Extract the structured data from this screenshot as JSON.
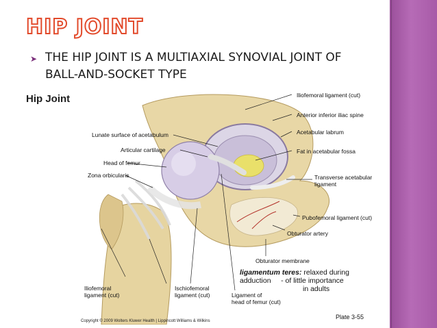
{
  "slide": {
    "title": "HIP JOINT",
    "bullet": "THE HIP JOINT IS A MULTIAXIAL SYNOVIAL JOINT OF BALL-AND-SOCKET  TYPE"
  },
  "figure": {
    "heading": "Hip Joint",
    "labels": {
      "iliofemoral_cut_top": "Iliofemoral ligament (cut)",
      "anterior_inferior_iliac_spine": "Anterior inferior iliac spine",
      "acetabular_labrum": "Acetabular labrum",
      "fat_acetabular_fossa": "Fat in acetabular fossa",
      "transverse_acetabular_1": "Transverse acetabular",
      "transverse_acetabular_2": "ligament",
      "pubofemoral_cut": "Pubofemoral ligament (cut)",
      "obturator_artery": "Obturator artery",
      "obturator_membrane": "Obturator membrane",
      "lunate_surface": "Lunate surface of acetabulum",
      "articular_cartilage": "Articular cartilage",
      "head_of_femur": "Head of femur",
      "zona_orbicularis": "Zona orbicularis",
      "iliofemoral_cut_bottom_1": "Iliofemoral",
      "iliofemoral_cut_bottom_2": "ligament (cut)",
      "ischiofemoral_cut_1": "Ischiofemoral",
      "ischiofemoral_cut_2": "ligament (cut)",
      "ligament_head_1": "Ligament of",
      "ligament_head_2": "head of femur (cut)"
    },
    "note": {
      "term": "ligamentum teres:",
      "line1": " relaxed during",
      "line2": "adduction",
      "line3": "- of little importance",
      "line4": "in adults"
    },
    "plate": "Plate 3-55",
    "copyright": "Copyright © 2009 Wolters Kluwer Health | Lippincott Williams & Wilkins"
  }
}
